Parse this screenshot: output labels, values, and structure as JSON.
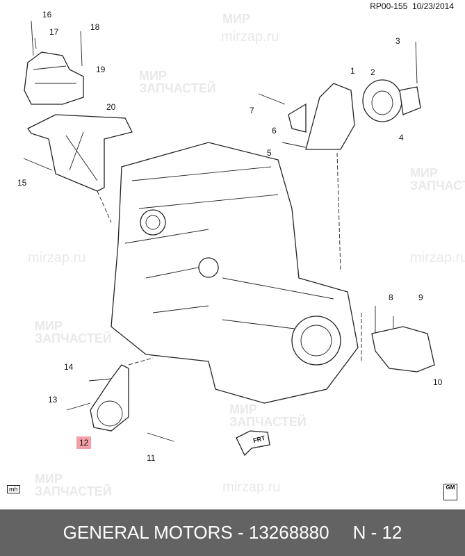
{
  "header": {
    "code": "RP00-155",
    "date": "10/23/2014"
  },
  "callouts": [
    "1",
    "2",
    "3",
    "4",
    "5",
    "6",
    "7",
    "8",
    "9",
    "10",
    "11",
    "12",
    "13",
    "14",
    "15",
    "16",
    "17",
    "18",
    "19",
    "20"
  ],
  "highlighted_callout": "12",
  "highlight_color": "#f4a0a8",
  "badges": {
    "mh": "mh",
    "gm": "GM"
  },
  "direction_label": "FRT",
  "watermark": {
    "line1": "МИР",
    "line2": "ЗАПЧАСТЕЙ",
    "url": "mirzap.ru"
  },
  "footer": {
    "brand": "GENERAL MOTORS",
    "separator": "-",
    "part_number": "13268880",
    "position": "N - 12",
    "background": "#636363"
  }
}
